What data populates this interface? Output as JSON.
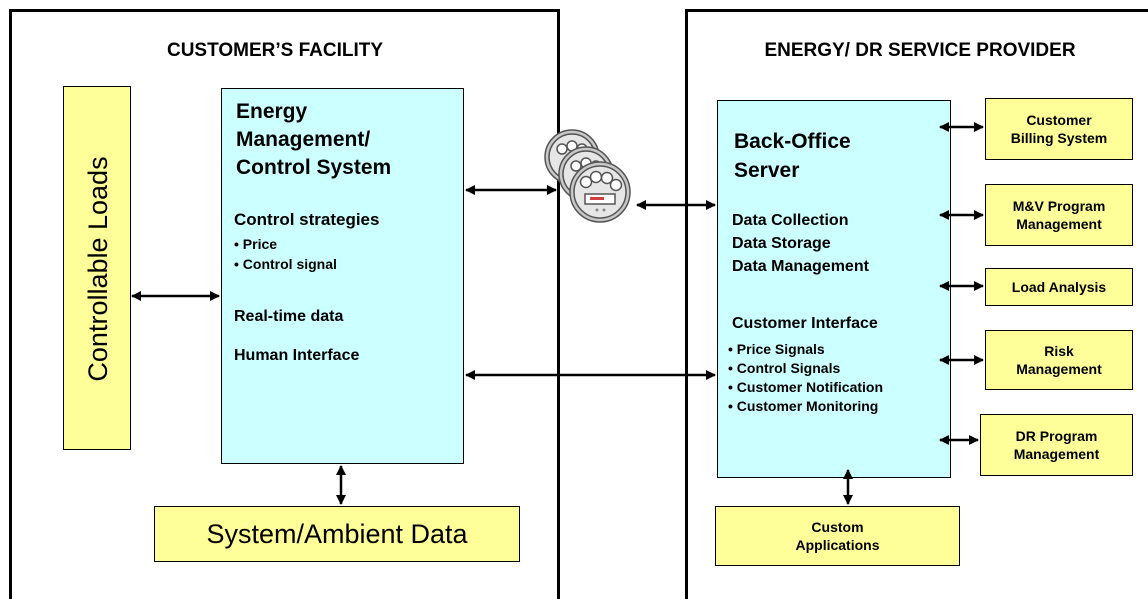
{
  "customer_facility": {
    "title": "CUSTOMER’S FACILITY",
    "controllable_loads": "Controllable Loads",
    "system_ambient": "System/Ambient Data",
    "ems": {
      "title_lines": [
        "Energy",
        "Management/",
        "Control System"
      ],
      "control_strategies": "Control strategies",
      "strategy_items": [
        "• Price",
        "• Control signal"
      ],
      "realtime": "Real-time data",
      "human_interface": "Human Interface"
    }
  },
  "provider": {
    "title": "ENERGY/ DR SERVICE PROVIDER",
    "server": {
      "title_lines": [
        "Back-Office",
        "Server"
      ],
      "data_items": [
        "Data Collection",
        "Data Storage",
        "Data Management"
      ],
      "customer_interface": "Customer Interface",
      "interface_items": [
        "• Price Signals",
        "• Control Signals",
        "• Customer Notification",
        "• Customer Monitoring"
      ]
    },
    "side_boxes": [
      [
        "Customer",
        "Billing System"
      ],
      [
        "M&V Program",
        "Management"
      ],
      [
        "Load Analysis"
      ],
      [
        "Risk",
        "Management"
      ],
      [
        "DR Program",
        "Management"
      ]
    ],
    "custom_apps": [
      "Custom",
      "Applications"
    ]
  },
  "meter_icon": "electric-meter-icon",
  "colors": {
    "yellow_box": "#ffff99",
    "cyan_box": "#ccffff"
  }
}
